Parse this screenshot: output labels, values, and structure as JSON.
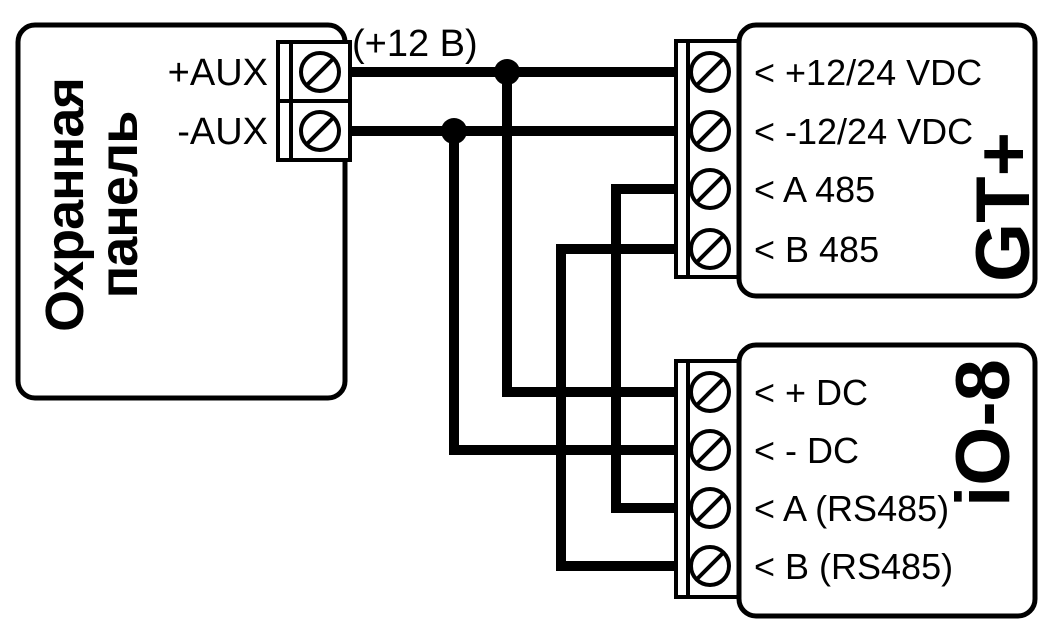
{
  "colors": {
    "line": "#000000",
    "background": "#ffffff"
  },
  "labels": {
    "power_wire": "(+12 В)"
  },
  "security_panel": {
    "title": "Охранная панель",
    "title_lines": [
      "Охранная",
      "панель"
    ],
    "terminals": [
      {
        "label": "+AUX"
      },
      {
        "label": "-AUX"
      }
    ]
  },
  "gt_module": {
    "name": "GT+",
    "terminals": [
      {
        "label": "< +12/24 VDC"
      },
      {
        "label": "< -12/24 VDC"
      },
      {
        "label": "< A 485"
      },
      {
        "label": "< B 485"
      }
    ]
  },
  "io8_module": {
    "name": "iO-8",
    "terminals": [
      {
        "label": "< + DC"
      },
      {
        "label": "< - DC"
      },
      {
        "label": "< A (RS485)"
      },
      {
        "label": "< B (RS485)"
      }
    ]
  },
  "connections": [
    {
      "from": "Охранная панель +AUX",
      "to": [
        "GT+ < +12/24 VDC",
        "iO-8 < + DC"
      ],
      "wire_note": "(+12 В)"
    },
    {
      "from": "Охранная панель -AUX",
      "to": [
        "GT+ < -12/24 VDC",
        "iO-8 < - DC"
      ],
      "wire_note": ""
    },
    {
      "from": "GT+ < A 485",
      "to": [
        "iO-8 < A (RS485)"
      ],
      "wire_note": ""
    },
    {
      "from": "GT+ < B 485",
      "to": [
        "iO-8 < B (RS485)"
      ],
      "wire_note": ""
    }
  ]
}
